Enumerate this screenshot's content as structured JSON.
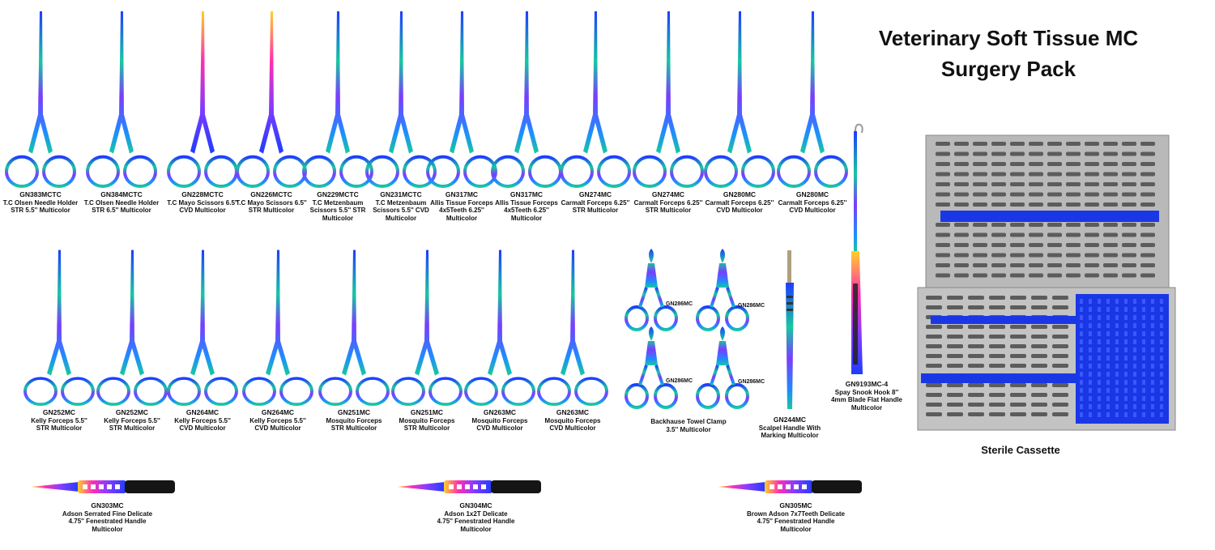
{
  "page": {
    "title_line1": "Veterinary Soft Tissue MC",
    "title_line2": "Surgery Pack"
  },
  "colors": {
    "grad_a": "#1e3cff",
    "grad_b": "#18c8a0",
    "grad_c": "#ff2fb0",
    "grad_d": "#ffcf2a",
    "steel": "#9a9a9a",
    "silicone": "#1a37e6"
  },
  "row1": [
    {
      "code": "GN383MCTC",
      "lines": [
        "T.C Olsen Needle Holder",
        "STR 5.5'' Multicolor"
      ]
    },
    {
      "code": "GN384MCTC",
      "lines": [
        "T.C Olsen Needle Holder",
        "STR 6.5'' Multicolor"
      ]
    },
    {
      "code": "GN228MCTC",
      "lines": [
        "T.C Mayo Scissors 6.5''",
        "CVD Multicolor"
      ]
    },
    {
      "code": "GN226MCTC",
      "lines": [
        "T.C Mayo Scissors 6.5''",
        "STR Multicolor"
      ]
    },
    {
      "code": "GN229MCTC",
      "lines": [
        "T.C Metzenbaum",
        "Scissors 5.5'' STR",
        "Multicolor"
      ]
    },
    {
      "code": "GN231MCTC",
      "lines": [
        "T.C Metzenbaum",
        "Scissors 5.5'' CVD",
        "Multicolor"
      ]
    },
    {
      "code": "GN317MC",
      "lines": [
        "Allis Tissue Forceps",
        "4x5Teeth 6.25''",
        "Multicolor"
      ]
    },
    {
      "code": "GN317MC",
      "lines": [
        "Allis Tissue Forceps",
        "4x5Teeth 6.25''",
        "Multicolor"
      ]
    },
    {
      "code": "GN274MC",
      "lines": [
        "Carmalt Forceps 6.25''",
        "STR Multicolor"
      ]
    },
    {
      "code": "GN274MC",
      "lines": [
        "Carmalt Forceps 6.25''",
        "STR Multicolor"
      ]
    },
    {
      "code": "GN280MC",
      "lines": [
        "Carmalt Forceps 6.25''",
        "CVD Multicolor"
      ]
    },
    {
      "code": "GN280MC",
      "lines": [
        "Carmalt Forceps 6.25''",
        "CVD Multicolor"
      ]
    }
  ],
  "row2": [
    {
      "code": "GN252MC",
      "lines": [
        "Kelly Forceps 5.5''",
        "STR  Multicolor"
      ]
    },
    {
      "code": "GN252MC",
      "lines": [
        "Kelly Forceps 5.5''",
        "STR  Multicolor"
      ]
    },
    {
      "code": "GN264MC",
      "lines": [
        "Kelly Forceps 5.5''",
        "CVD  Multicolor"
      ]
    },
    {
      "code": "GN264MC",
      "lines": [
        "Kelly Forceps 5.5''",
        "CVD  Multicolor"
      ]
    },
    {
      "code": "GN251MC",
      "lines": [
        "Mosquito Forceps",
        "STR Multicolor"
      ]
    },
    {
      "code": "GN251MC",
      "lines": [
        "Mosquito Forceps",
        "STR Multicolor"
      ]
    },
    {
      "code": "GN263MC",
      "lines": [
        "Mosquito Forceps",
        "CVD Multicolor"
      ]
    },
    {
      "code": "GN263MC",
      "lines": [
        "Mosquito Forceps",
        "CVD Multicolor"
      ]
    }
  ],
  "towel_clamps": {
    "codes": [
      "GN286MC",
      "GN286MC",
      "GN286MC",
      "GN286MC"
    ],
    "lines": [
      "Backhause Towel Clamp",
      "3.5'' Multicolor"
    ]
  },
  "scalpel": {
    "code": "GN244MC",
    "lines": [
      "Scalpel Handle With",
      "Marking Multicolor"
    ]
  },
  "snook": {
    "code": "GN9193MC-4",
    "lines": [
      "Spay Snook Hook 8''",
      "4mm Blade Flat Handle",
      "Multicolor"
    ]
  },
  "cassette": {
    "label": "Sterile Cassette"
  },
  "row3": [
    {
      "code": "GN303MC",
      "lines": [
        "Adson Serrated Fine Delicate",
        "4.75''  Fenestrated Handle",
        "Multicolor"
      ]
    },
    {
      "code": "GN304MC",
      "lines": [
        "Adson 1x2T  Delicate",
        "4.75''  Fenestrated Handle",
        "Multicolor"
      ]
    },
    {
      "code": "GN305MC",
      "lines": [
        "Brown Adson 7x7Teeth Delicate",
        "4.75''  Fenestrated Handle",
        "Multicolor"
      ]
    }
  ]
}
